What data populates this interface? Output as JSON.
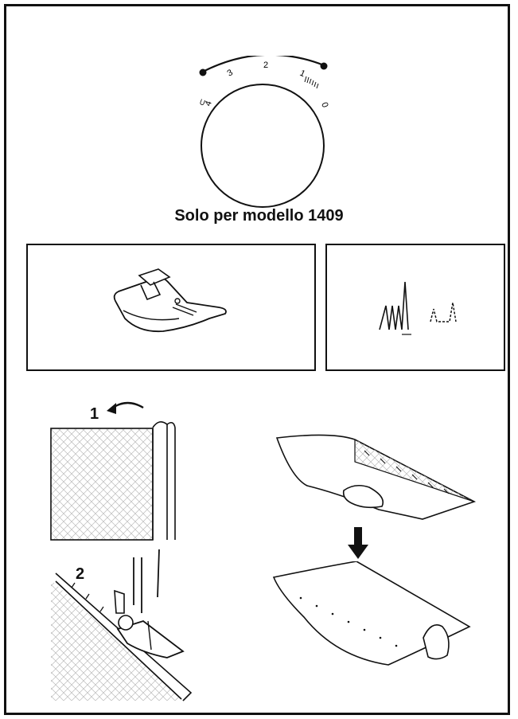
{
  "dial": {
    "labels": [
      "4",
      "3",
      "2",
      "1",
      "0"
    ],
    "buttonhole_symbol": "⊂"
  },
  "caption": "Solo per modello 1409",
  "steps": [
    {
      "number": "1"
    },
    {
      "number": "2"
    }
  ],
  "icons": {
    "presser_foot": "zigzag-presser-foot-icon",
    "stitch_patterns": "blind-hem-stitch-pattern-icon",
    "step_arrow": "curved-arrow-icon",
    "down_arrow": "down-arrow-icon"
  }
}
